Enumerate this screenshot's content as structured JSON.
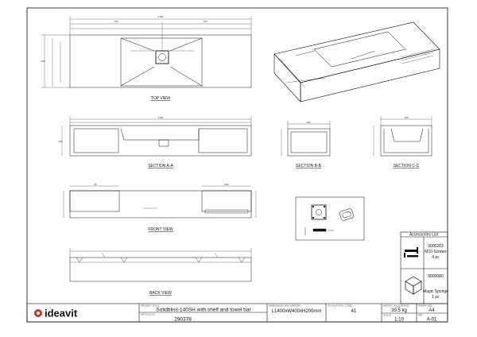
{
  "views": {
    "top_view": "TOP VIEW",
    "section_aa": "SECTION A-A",
    "section_bb": "SECTION B-B",
    "section_cc": "SECTION C-C",
    "front_view": "FRONT VIEW",
    "back_view": "BACK VIEW"
  },
  "dimensions": {
    "top_overall": "1400",
    "top_left": "750",
    "top_right": "750",
    "top_height": "400",
    "sec_aa_overall": "1400",
    "sec_aa_depth": "200",
    "sec_bb_width": "400",
    "sec_cc_width": "400",
    "front_left": "50",
    "front_right": "500"
  },
  "accessories": {
    "title": "Accessories List",
    "item1_code": "9000283",
    "item1_name": "M10 Screws",
    "item1_qty": "4 pc",
    "item2_code": "9000080",
    "item2_name": "Magic Sponge",
    "item2_qty": "1 pc"
  },
  "title_block": {
    "brand": "ideavit",
    "project_title_label": "PROJECT TITLE",
    "project_title": "Solidbliss-140SH with shelf and towel bar",
    "dimensions_label": "DIMENSIONS (MILLIMETER)",
    "dimensions": "L1400xW400xH200mm",
    "colour_label": "COLOUR (RAL CODE)",
    "colour": "41",
    "weight_label": "WEIGHT (KILOGRAMS)",
    "weight": "39.5 kg",
    "paper_label": "PAPER SIZE",
    "paper": "A4",
    "article_label": "ARTICLE NO.",
    "article": "290378",
    "scale_label": "SCALE",
    "scale": "1:10",
    "rev_label": "REV",
    "rev": "A-01"
  },
  "colors": {
    "line": "#111111",
    "brand_mark": "#c0392b"
  }
}
